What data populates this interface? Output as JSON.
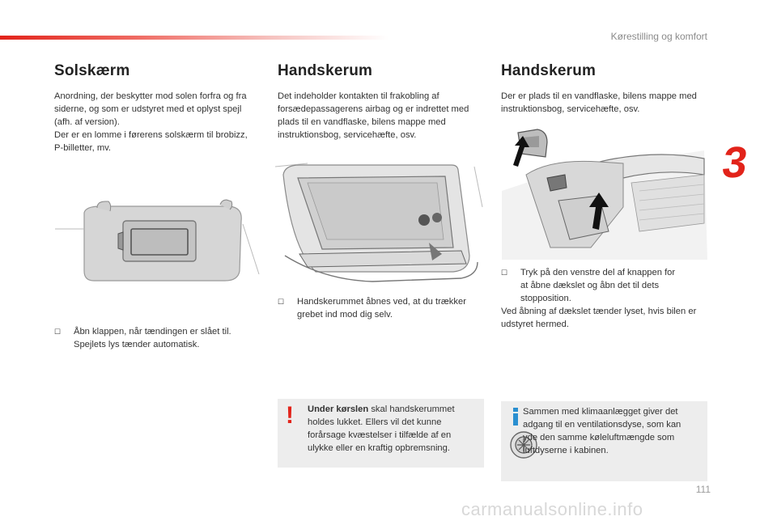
{
  "header": {
    "section": "Kørestilling og komfort",
    "chapter_number": "3"
  },
  "col1": {
    "title": "Solskærm",
    "para": "Anordning, der beskytter mod solen forfra og fra siderne, og som er udstyret med et oplyst spejl (afh. af version).\nDer er en lomme i førerens solskærm til brobizz, P-billetter, mv.",
    "bullet": "Åbn klappen, når tændingen er slået til. Spejlets lys tænder automatisk."
  },
  "col2": {
    "title": "Handskerum",
    "para": "Det indeholder kontakten til frakobling af forsædepassagerens airbag og er indrettet med plads til en vandflaske, bilens mappe med instruktionsbog, servicehæfte, osv.",
    "bullet": "Handskerummet åbnes ved, at du trækker grebet ind mod dig selv.",
    "warning_bold": "Under kørslen",
    "warning_rest": " skal handskerummet holdes lukket. Ellers vil det kunne forårsage kvæstelser i tilfælde af en ulykke eller en kraftig opbremsning."
  },
  "col3": {
    "title": "Handskerum",
    "para": "Der er plads til en vandflaske, bilens mappe med instruktionsbog, servicehæfte, osv.",
    "bullet": "Tryk på den venstre del af knappen for at åbne dækslet og åbn det til dets stopposition.",
    "after": "Ved åbning af dækslet tænder lyset, hvis bilen er udstyret hermed.",
    "info": "Sammen med klimaanlægget giver det adgang til en ventilationsdyse, som kan yde den samme køleluftmængde som luftdyserne i kabinen."
  },
  "icons": {
    "bullet": "bullet-marker-icon",
    "warning": "warning-exclamation-icon",
    "info": "info-icon",
    "vent": "air-vent-icon"
  },
  "colors": {
    "accent": "#e2231a",
    "info_blue": "#2a8fd0",
    "note_bg": "#ededed"
  },
  "page_number": "111",
  "watermark": "carmanualsonline.info"
}
